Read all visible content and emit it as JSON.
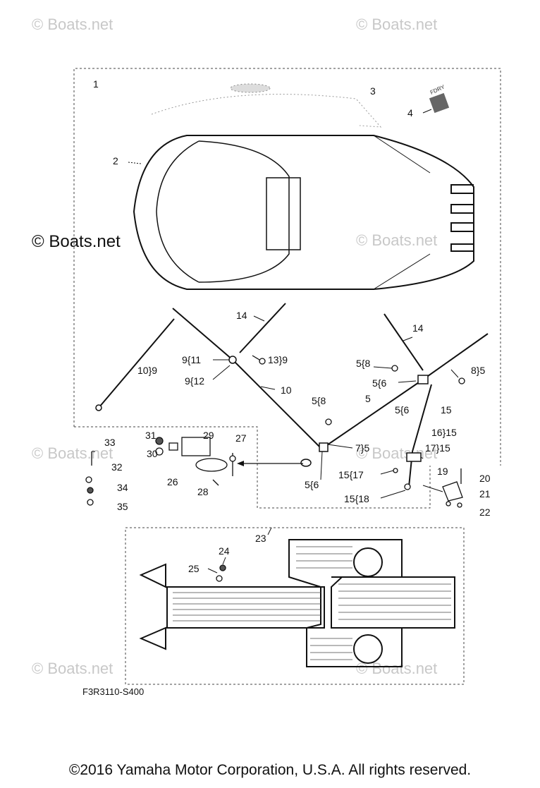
{
  "watermark": "© Boats.net",
  "figure_code": "F3R3110-S400",
  "copyright": "©2016 Yamaha Motor Corporation, U.S.A. All rights reserved.",
  "labels": {
    "l1": "1",
    "l2": "2",
    "l3": "3",
    "l4": "4",
    "l14a": "14",
    "l14b": "14",
    "l9_11": "9{11",
    "l13_9": "13}9",
    "l9_12": "9{12",
    "l10_9": "10}9",
    "l10": "10",
    "l5_8a": "5{8",
    "l8_5": "8}5",
    "l5_6a": "5{6",
    "l5": "5",
    "l5_6b": "5{6",
    "l15": "15",
    "l5_8b": "5{8",
    "l16_15": "16}15",
    "l17_15": "17}15",
    "l7_5": "7}5",
    "l15_17": "15{17",
    "l15_18": "15{18",
    "l5_6c": "5{6",
    "l19": "19",
    "l20": "20",
    "l21": "21",
    "l22": "22",
    "l31": "31",
    "l29": "29",
    "l30": "30",
    "l27": "27",
    "l26": "26",
    "l28": "28",
    "l33": "33",
    "l32": "32",
    "l34": "34",
    "l35": "35",
    "l23": "23",
    "l24": "24",
    "l25": "25"
  }
}
